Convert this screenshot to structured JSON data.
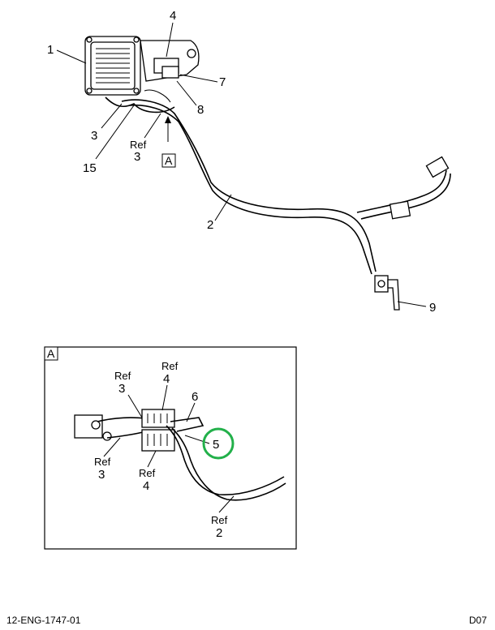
{
  "main_view": {
    "callouts": {
      "c1": "1",
      "c4": "4",
      "c7": "7",
      "c8": "8",
      "c3": "3",
      "c15": "15",
      "ref3_ref": "Ref",
      "ref3_num": "3",
      "view_a": "A",
      "c2": "2",
      "c9": "9"
    }
  },
  "detail_view": {
    "frame_label": "A",
    "callouts": {
      "ref4_top_ref": "Ref",
      "ref4_top_num": "4",
      "ref3_top_ref": "Ref",
      "ref3_top_num": "3",
      "c6": "6",
      "c5": "5",
      "ref3_bot_ref": "Ref",
      "ref3_bot_num": "3",
      "ref4_bot_ref": "Ref",
      "ref4_bot_num": "4",
      "ref2_ref": "Ref",
      "ref2_num": "2"
    },
    "highlight_color": "#22b04a"
  },
  "footer": {
    "drawing_number": "12-ENG-1747-01",
    "sheet_code": "D07"
  }
}
